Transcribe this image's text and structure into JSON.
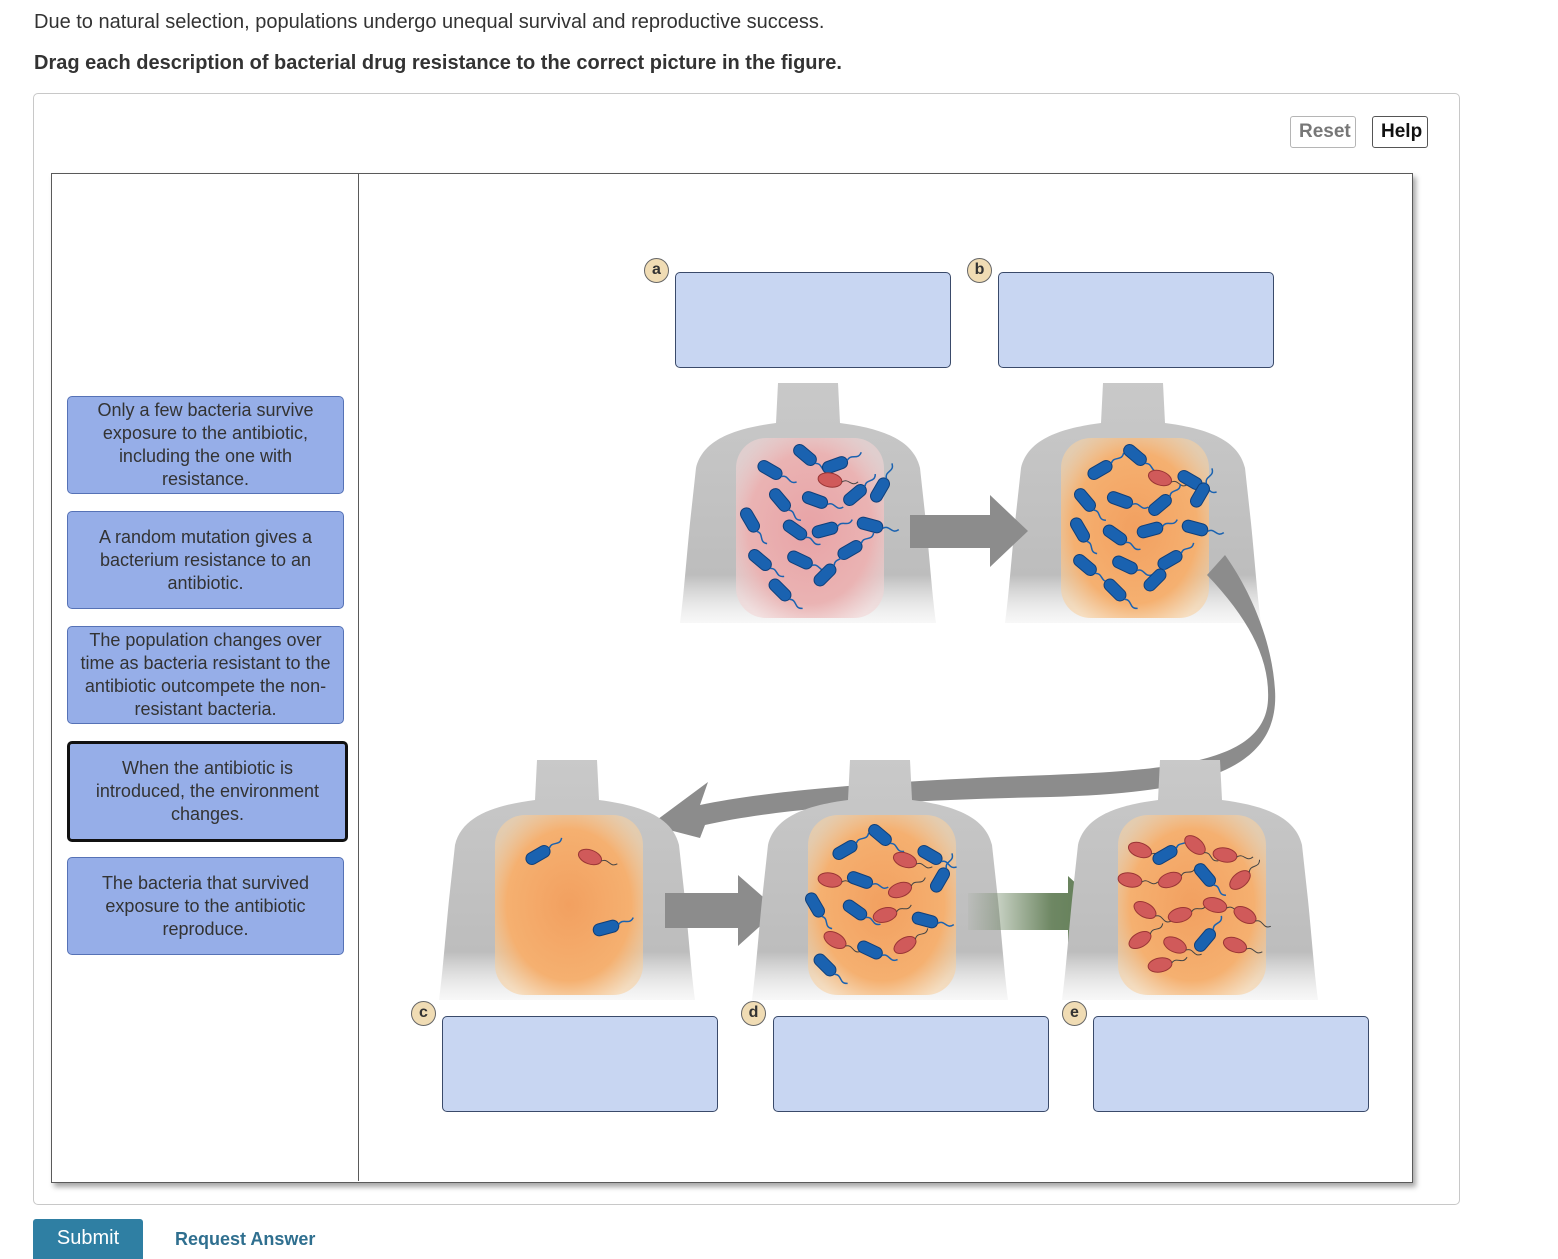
{
  "question": {
    "intro": "Due to natural selection, populations undergo unequal survival and reproductive success.",
    "instruction": "Drag each description of bacterial drug resistance to the correct picture in the figure."
  },
  "toolbar": {
    "reset_label": "Reset",
    "help_label": "Help"
  },
  "labels": [
    {
      "text": "Only a few bacteria survive exposure to the antibiotic, including the one with resistance."
    },
    {
      "text": "A random mutation gives a bacterium resistance to an antibiotic."
    },
    {
      "text": "The population changes over time as bacteria resistant to the antibiotic outcompete the non-resistant bacteria."
    },
    {
      "text": "When the antibiotic is introduced, the environment changes."
    },
    {
      "text": "The bacteria that survived exposure to the antibiotic reproduce."
    }
  ],
  "targets": [
    {
      "letter": "a"
    },
    {
      "letter": "b"
    },
    {
      "letter": "c"
    },
    {
      "letter": "d"
    },
    {
      "letter": "e"
    }
  ],
  "colors": {
    "card_fill": "#96aee8",
    "drop_zone_fill": "#c8d6f2",
    "badge_fill": "#f0dcb4",
    "bacteria_nonresistant": "#1a62b0",
    "bacteria_resistant": "#d05a5a",
    "arrow_gray": "#8c8c8c",
    "arrow_green": "#5e7a52",
    "submit_fill": "#2f7fa3"
  },
  "footer": {
    "submit_label": "Submit",
    "request_label": "Request Answer"
  }
}
